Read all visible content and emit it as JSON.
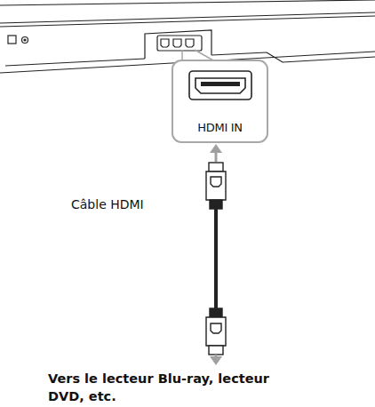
{
  "diagram": {
    "nodes": [
      {
        "text": [
          "HDMI IN"
        ]
      }
    ],
    "labels": [
      "Câble HDMI",
      "Vers le lecteur Blu-ray, lecteur DVD, etc."
    ]
  }
}
